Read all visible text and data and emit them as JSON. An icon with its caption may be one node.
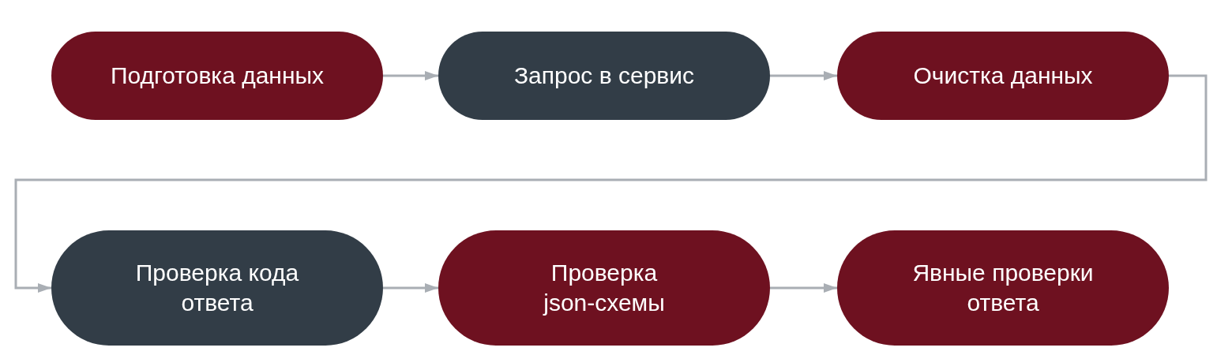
{
  "diagram": {
    "nodes": [
      {
        "text": [
          "Подготовка данных"
        ]
      },
      {
        "text": [
          "Запрос в сервис"
        ]
      },
      {
        "text": [
          "Очистка данных"
        ]
      },
      {
        "text": [
          "Проверка кода ответа"
        ]
      },
      {
        "text": [
          "Проверка json-схемы"
        ]
      },
      {
        "text": [
          "Явные проверки ответа"
        ]
      }
    ],
    "edges": [
      {
        "from": 0,
        "to": 1,
        "arrow": "to"
      },
      {
        "from": 1,
        "to": 2,
        "arrow": "to"
      },
      {
        "from": 2,
        "to": 3,
        "arrow": "to"
      },
      {
        "from": 3,
        "to": 4,
        "arrow": "to"
      },
      {
        "from": 4,
        "to": 5,
        "arrow": "to"
      }
    ]
  }
}
